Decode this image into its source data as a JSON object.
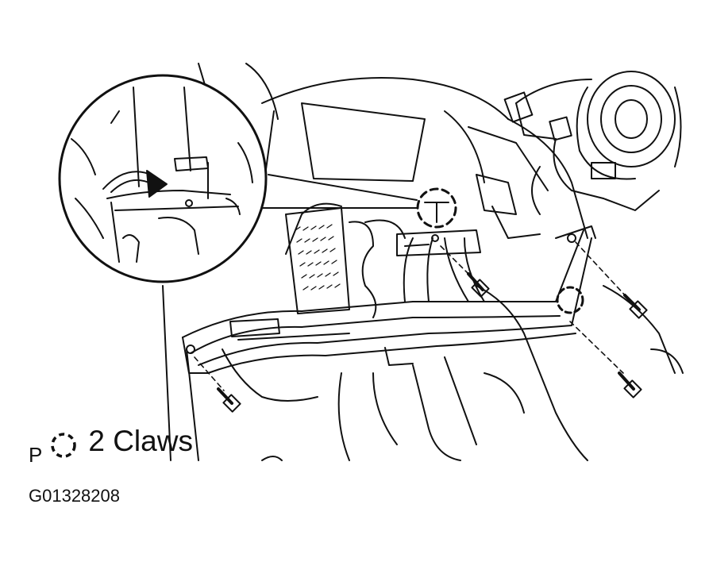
{
  "legend": {
    "marker": "P",
    "symbol": "dashed-circle-claw-icon",
    "label": "2 Claws"
  },
  "figure": {
    "id": "G01328208"
  },
  "colors": {
    "ink": "#111111",
    "background": "#ffffff"
  }
}
